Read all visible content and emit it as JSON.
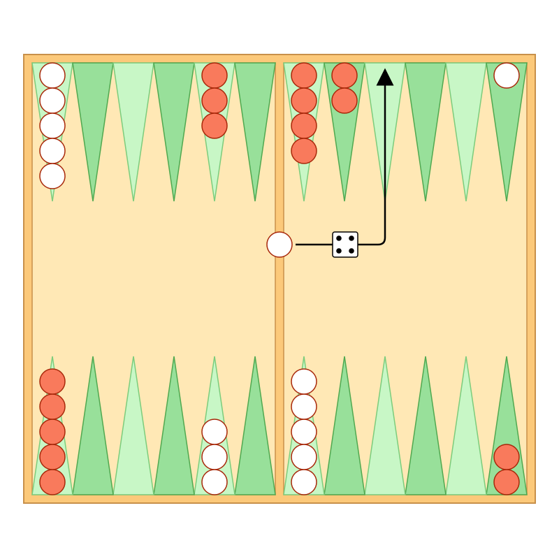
{
  "colors": {
    "page_bg": "#ffffff",
    "board_frame": "#fcc97a",
    "board_frame_stroke": "#c8904a",
    "playing_surface": "#ffe8b5",
    "point_dark": "#98e09a",
    "point_light": "#c8f7c6",
    "point_dark_stroke": "#50a850",
    "point_light_stroke": "#7ccc7c",
    "checker_red": "#f97a5c",
    "checker_white": "#ffffff",
    "checker_stroke": "#a8280a",
    "die_face": "#ffffff",
    "die_pip": "#000000",
    "arrow": "#000000"
  },
  "board": {
    "checkers": [
      {
        "point": 1,
        "color": "red",
        "count": 2
      },
      {
        "point": 6,
        "color": "white",
        "count": 5
      },
      {
        "point": 8,
        "color": "white",
        "count": 3
      },
      {
        "point": 12,
        "color": "red",
        "count": 5
      },
      {
        "point": 13,
        "color": "white",
        "count": 5
      },
      {
        "point": 17,
        "color": "red",
        "count": 3
      },
      {
        "point": 19,
        "color": "red",
        "count": 4
      },
      {
        "point": 20,
        "color": "red",
        "count": 2
      },
      {
        "point": 24,
        "color": "white",
        "count": 1
      }
    ],
    "bar": [
      {
        "color": "white",
        "count": 1
      }
    ]
  },
  "dice": [
    {
      "value": 4
    }
  ],
  "move_indicator": {
    "from": "bar",
    "to_point": 21,
    "die_value": 4,
    "checker_color": "white"
  }
}
